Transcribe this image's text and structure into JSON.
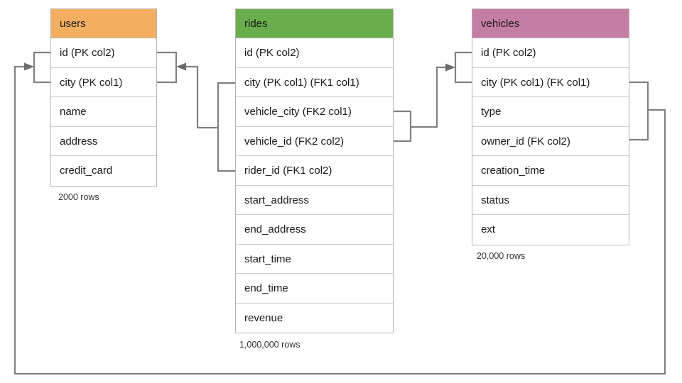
{
  "diagram": {
    "title": "database-schema-er-diagram",
    "line_color": "#808080",
    "border_color": "#b3b3b3",
    "row_divider_color": "#cccccc",
    "background": "#ffffff"
  },
  "tables": [
    {
      "name": "users",
      "header_label": "users",
      "header_color": "#F4AE62",
      "row_count_label": "2000 rows",
      "columns": [
        {
          "label": "id (PK col2)"
        },
        {
          "label": "city (PK col1)"
        },
        {
          "label": "name"
        },
        {
          "label": "address"
        },
        {
          "label": "credit_card"
        }
      ]
    },
    {
      "name": "rides",
      "header_label": "rides",
      "header_color": "#6AAD4C",
      "row_count_label": "1,000,000 rows",
      "columns": [
        {
          "label": "id (PK col2)"
        },
        {
          "label": "city (PK col1) (FK1 col1)"
        },
        {
          "label": "vehicle_city (FK2 col1)"
        },
        {
          "label": "vehicle_id (FK2 col2)"
        },
        {
          "label": "rider_id (FK1 col2)"
        },
        {
          "label": "start_address"
        },
        {
          "label": "end_address"
        },
        {
          "label": "start_time"
        },
        {
          "label": "end_time"
        },
        {
          "label": "revenue"
        }
      ]
    },
    {
      "name": "vehicles",
      "header_label": "vehicles",
      "header_color": "#C47DA3",
      "row_count_label": "20,000 rows",
      "columns": [
        {
          "label": "id (PK col2)"
        },
        {
          "label": "city (PK col1) (FK col1)"
        },
        {
          "label": "type"
        },
        {
          "label": "owner_id (FK col2)"
        },
        {
          "label": "creation_time"
        },
        {
          "label": "status"
        },
        {
          "label": "ext"
        }
      ]
    }
  ],
  "relationships": [
    {
      "name": "rides-fk1-to-users",
      "from_table": "rides",
      "from_columns": [
        "city (PK col1) (FK1 col1)",
        "rider_id (FK1 col2)"
      ],
      "to_table": "users",
      "to_columns": [
        "id (PK col2)",
        "city (PK col1)"
      ],
      "arrow": "to-users"
    },
    {
      "name": "rides-fk2-to-vehicles",
      "from_table": "rides",
      "from_columns": [
        "vehicle_city (FK2 col1)",
        "vehicle_id (FK2 col2)"
      ],
      "to_table": "vehicles",
      "to_columns": [
        "id (PK col2)",
        "city (PK col1) (FK col1)"
      ],
      "arrow": "to-vehicles"
    },
    {
      "name": "vehicles-fk-to-users",
      "from_table": "vehicles",
      "from_columns": [
        "city (PK col1) (FK col1)",
        "owner_id (FK col2)"
      ],
      "to_table": "users",
      "to_columns": [
        "id (PK col2)",
        "city (PK col1)"
      ],
      "arrow": "to-users"
    }
  ]
}
